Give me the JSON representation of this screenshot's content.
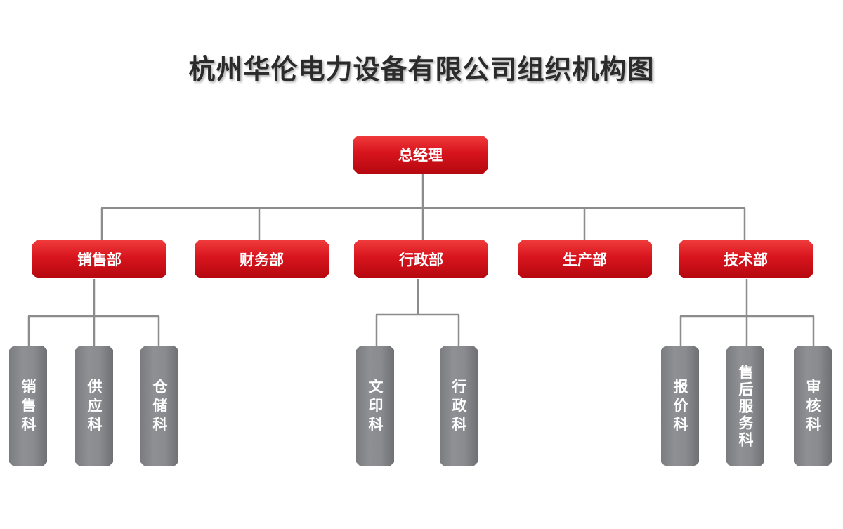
{
  "title": "杭州华伦电力设备有限公司组织机构图",
  "colors": {
    "primary_red": "#d7141d",
    "unit_gray": "#8a8b8f",
    "line_gray": "#8c8c8c"
  },
  "root": {
    "label": "总经理"
  },
  "departments": [
    {
      "label": "销售部",
      "units": [
        "销售科",
        "供应科",
        "仓储科"
      ]
    },
    {
      "label": "财务部",
      "units": []
    },
    {
      "label": "行政部",
      "units": [
        "文印科",
        "行政科"
      ]
    },
    {
      "label": "生产部",
      "units": []
    },
    {
      "label": "技术部",
      "units": [
        "报价科",
        "售后服务科",
        "审核科"
      ]
    }
  ]
}
